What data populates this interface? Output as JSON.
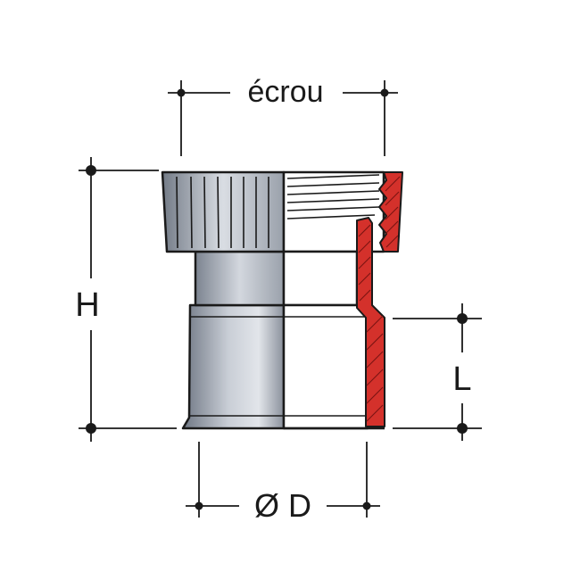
{
  "labels": {
    "nut": "écrou",
    "height": "H",
    "length": "L",
    "diameter": "Ø D"
  },
  "colors": {
    "background": "#ffffff",
    "outline": "#1a1a1a",
    "section": "#d4312b",
    "metal_dark": "#6f7784",
    "metal_light": "#e2e5ea"
  }
}
